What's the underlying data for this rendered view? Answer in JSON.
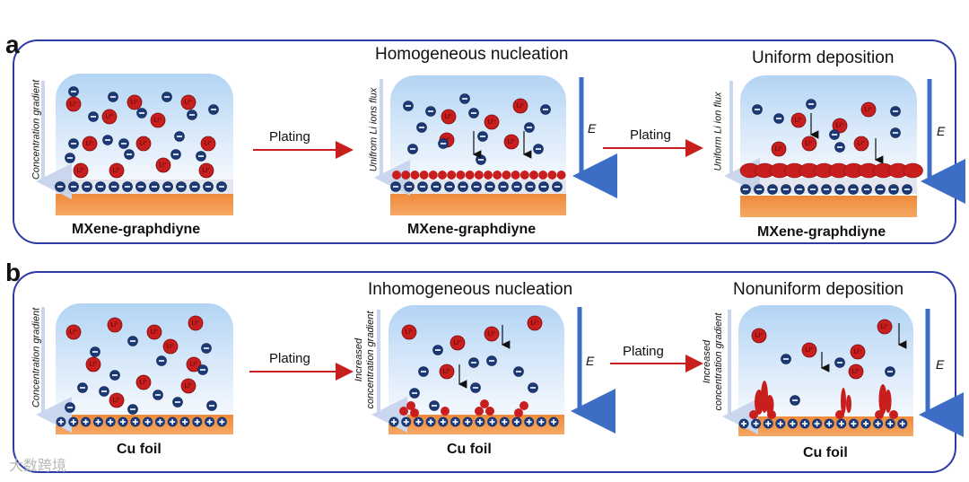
{
  "panel_a": {
    "letter": "a",
    "stage2_title": "Homogeneous nucleation",
    "stage3_title": "Uniform deposition",
    "substrate1": "MXene-graphdiyne",
    "substrate2": "MXene-graphdiyne",
    "substrate3": "MXene-graphdiyne",
    "vlabel1": "Concentration gradient",
    "vlabel2": "Unifrom Li ions flux",
    "vlabel3": "Uniform Li ion flux",
    "arrow1_label": "Plating",
    "arrow2_label": "Plating",
    "e_label1": "E",
    "e_label2": "E"
  },
  "panel_b": {
    "letter": "b",
    "stage2_title": "Inhomogeneous nucleation",
    "stage3_title": "Nonuniform deposition",
    "substrate1": "Cu foil",
    "substrate2": "Cu foil",
    "substrate3": "Cu foil",
    "vlabel1": "Concentration gradient",
    "vlabel2_line1": "Increased",
    "vlabel2_line2": "concentration gradient",
    "vlabel3_line1": "Increased",
    "vlabel3_line2": "concentration gradient",
    "arrow1_label": "Plating",
    "arrow2_label": "Plating",
    "e_label1": "E",
    "e_label2": "E"
  },
  "particles": {
    "li_ion_label": "Li⁺",
    "anion_symbol": "−",
    "cation_symbol": "+"
  },
  "watermark": "大数跨境",
  "colors": {
    "frame": "#2d3aa8",
    "li_ion": "#c81e1e",
    "anion": "#1c3a78",
    "substrate": "#f08a3a",
    "arrow_red": "#c81e1e",
    "e_arrow": "#3d6dc4"
  }
}
